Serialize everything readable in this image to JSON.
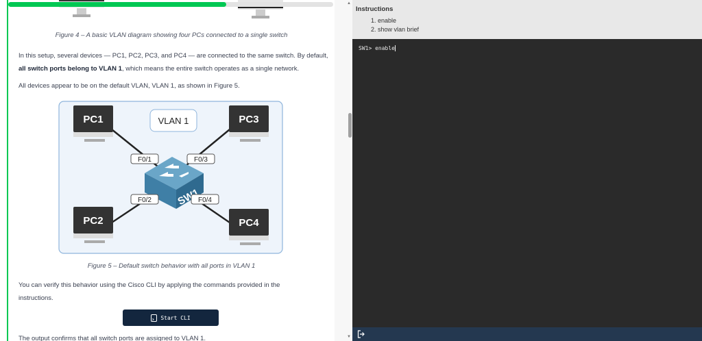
{
  "progress": {
    "percent": 67,
    "color": "#00c853"
  },
  "figure4_caption": "Figure 4 – A basic VLAN diagram showing four PCs connected to a single switch",
  "para1_a": "In this setup, several devices — PC1, PC2, PC3, and PC4 — are connected to the same switch. By default, ",
  "para1_bold": "all switch ports belong to VLAN 1",
  "para1_b": ", which means the entire switch operates as a single network.",
  "para2": "All devices appear to be on the default VLAN, VLAN 1, as shown in Figure 5.",
  "diagram": {
    "vlan": "VLAN 1",
    "switch": "SW1",
    "pcs": [
      "PC1",
      "PC2",
      "PC3",
      "PC4"
    ],
    "ports": [
      "F0/1",
      "F0/2",
      "F0/3",
      "F0/4"
    ]
  },
  "figure5_caption": "Figure 5 – Default switch behavior with all ports in VLAN 1",
  "para3": "You can verify this behavior using the Cisco CLI by applying the commands provided in the instructions.",
  "start_cli": "Start CLI",
  "para4": "The output confirms that all switch ports are assigned to VLAN 1.",
  "instructions": {
    "title": "Instructions",
    "items": [
      "1. enable",
      "2. show vlan brief"
    ]
  },
  "terminal": {
    "prompt": "SW1> ",
    "input": "enable"
  },
  "icons": {
    "cli": "terminal-icon",
    "exit": "logout-icon"
  }
}
